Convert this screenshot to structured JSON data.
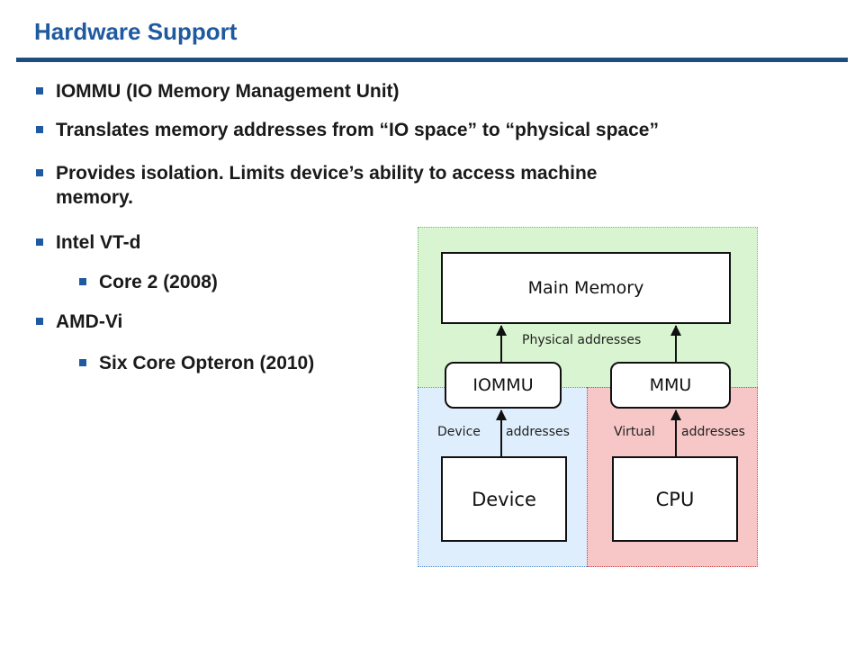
{
  "slide": {
    "title": "Hardware Support"
  },
  "bullets": [
    {
      "text": "IOMMU (IO Memory Management Unit)"
    },
    {
      "text": "Translates memory addresses from “IO space” to “physical space”"
    },
    {
      "text_line1": "Provides isolation.  Limits device’s ability to access machine",
      "text_line2": "memory."
    },
    {
      "text": "Intel VT-d"
    },
    {
      "text": "Core 2 (2008)"
    },
    {
      "text": "AMD-Vi"
    },
    {
      "text": "Six Core Opteron (2010)"
    }
  ],
  "diagram": {
    "main_memory": "Main Memory",
    "physical_addresses": "Physical addresses",
    "iommu": "IOMMU",
    "mmu": "MMU",
    "device_label": "Device",
    "device_addresses": "addresses",
    "virtual_label": "Virtual",
    "virtual_addresses": "addresses",
    "device": "Device",
    "cpu": "CPU",
    "colors": {
      "memory_region": "#d9f4d0",
      "device_region": "#dfeefc",
      "cpu_region": "#f7c6c6"
    }
  }
}
